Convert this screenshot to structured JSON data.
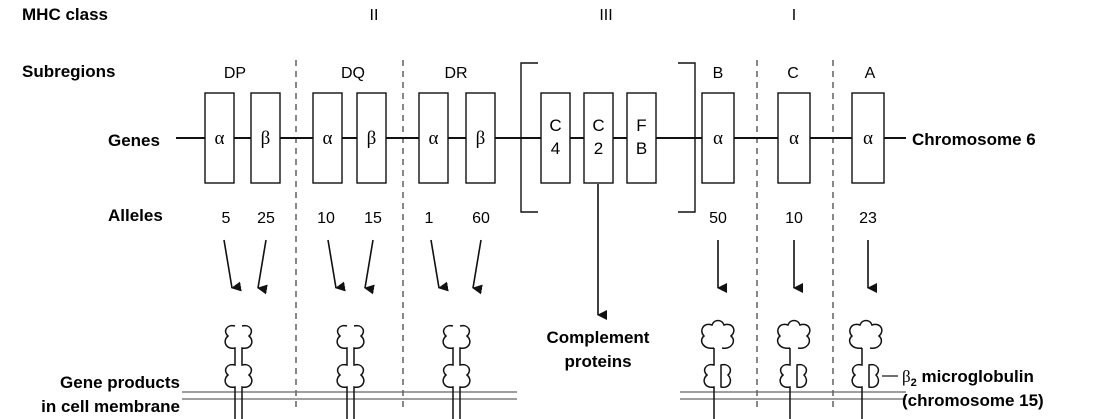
{
  "row_labels": {
    "mhc_class": "MHC class",
    "subregions": "Subregions",
    "genes": "Genes",
    "alleles": "Alleles",
    "gene_products_line1": "Gene products",
    "gene_products_line2": "in cell membrane"
  },
  "classes": [
    "II",
    "III",
    "I"
  ],
  "subregions": [
    "DP",
    "DQ",
    "DR",
    "B",
    "C",
    "A"
  ],
  "genes": {
    "alpha": "α",
    "beta": "β",
    "complement": [
      {
        "top": "C",
        "bottom": "4"
      },
      {
        "top": "C",
        "bottom": "2"
      },
      {
        "top": "F",
        "bottom": "B"
      }
    ]
  },
  "chromosome_label": "Chromosome 6",
  "alleles": [
    "5",
    "25",
    "10",
    "15",
    "1",
    "60",
    "50",
    "10",
    "23"
  ],
  "complement_label": {
    "line1": "Complement",
    "line2": "proteins"
  },
  "b2_label": {
    "beta": "β",
    "sub": "2",
    "rest": " microglobulin",
    "line2": "(chromosome 15)"
  }
}
